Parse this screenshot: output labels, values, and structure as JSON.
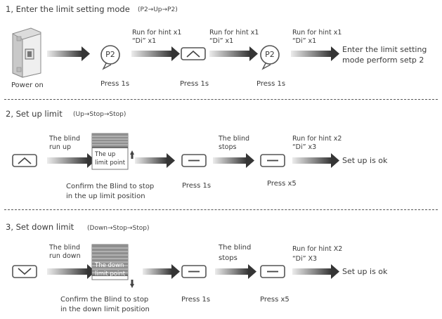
{
  "section1": {
    "title": "1, Enter the limit setting mode",
    "sequence": "(P2→Up→P2)",
    "power_label": "Power on",
    "p2_label": "P2",
    "press1": "Press 1s",
    "press2": "Press 1s",
    "press3": "Press 1s",
    "hint1": [
      "Run for hint x1",
      "“Di” x1"
    ],
    "hint2": [
      "Run for hint x1",
      "“Di” x1"
    ],
    "hint3": [
      "Run for hint x1",
      "“Di” x1"
    ],
    "result": [
      "Enter the limit  setting",
      "mode perform setp 2"
    ]
  },
  "section2": {
    "title": "2, Set up limit",
    "sequence": "(Up→Stop→Stop)",
    "blind_run": [
      "The blind",
      "run up"
    ],
    "limit_label": [
      "The up",
      "limit point"
    ],
    "stops": [
      "The blind",
      "stops"
    ],
    "hint": [
      "Run for hint x2",
      "“Di” x3"
    ],
    "result": "Set up is ok",
    "confirm": [
      "Confirm the Blind to stop",
      "in the up limit position"
    ],
    "press1": "Press 1s",
    "press2": "Press x5"
  },
  "section3": {
    "title": "3, Set down limit",
    "sequence": "(Down→Stop→Stop)",
    "blind_run": [
      "The blind",
      "run down"
    ],
    "limit_label": [
      "The down",
      "limit point"
    ],
    "stops": [
      "The blind",
      "stops"
    ],
    "hint": [
      "Run for hint X2",
      "“Di” X3"
    ],
    "result": "Set up is ok",
    "confirm": [
      "Confirm the Blind to stop",
      "in the down limit position"
    ],
    "press1": "Press 1s",
    "press2": "Press x5"
  },
  "colors": {
    "arrow_light": "#e6e6e6",
    "arrow_dark": "#3c3c3c",
    "line": "#555555"
  },
  "icons": [
    "power-switch-icon",
    "p2-button-icon",
    "up-button-icon",
    "stop-button-icon",
    "down-button-icon",
    "blind-icon"
  ]
}
